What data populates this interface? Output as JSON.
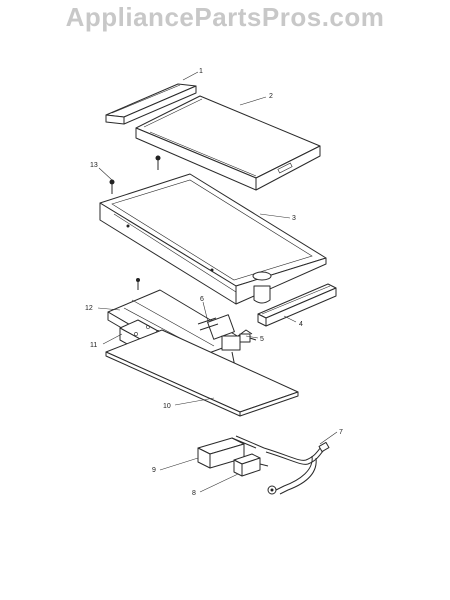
{
  "watermark": "AppliancePartsPros.com",
  "callouts": {
    "c1": "1",
    "c2": "2",
    "c3": "3",
    "c4": "4",
    "c5": "5",
    "c6": "6",
    "c7": "7",
    "c8": "8",
    "c9": "9",
    "c10": "10",
    "c11": "11",
    "c12": "12",
    "c13": "13"
  }
}
